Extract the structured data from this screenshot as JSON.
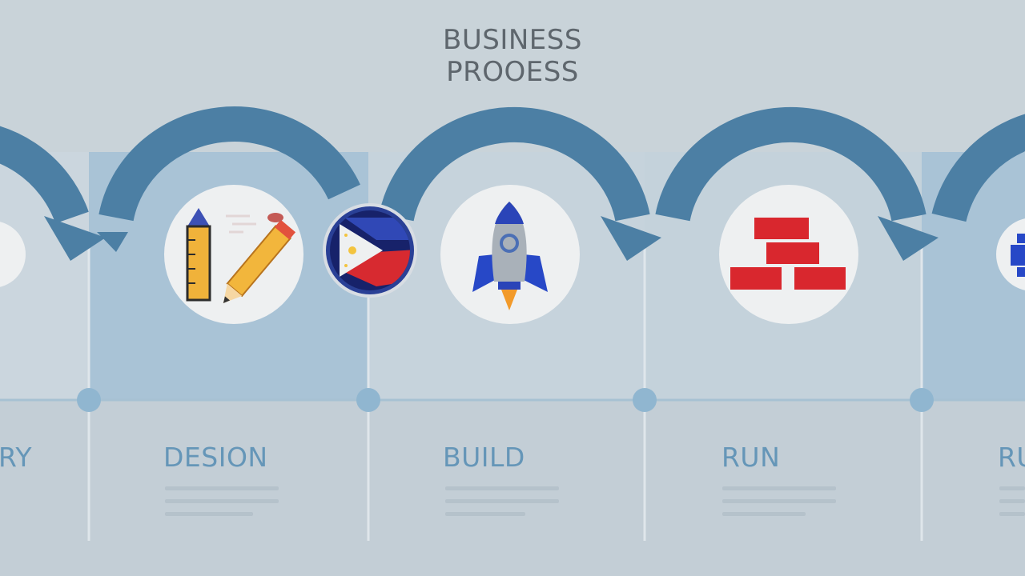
{
  "title": {
    "line1": "BUSINESS",
    "line2": "PROOESS"
  },
  "steps": [
    {
      "label": "RY",
      "icon": "partial-circle-icon"
    },
    {
      "label": "DESION",
      "icon": "pencil-ruler-icon"
    },
    {
      "label": "BUILD",
      "icon": "rocket-icon"
    },
    {
      "label": "RUN",
      "icon": "red-bricks-icon"
    },
    {
      "label": "RU",
      "icon": "gear-icon"
    }
  ],
  "badge": {
    "icon": "philippine-flag-badge-icon"
  },
  "colors": {
    "background": "#c9d3d9",
    "arrow": "#4c7fa4",
    "panel_light": "#cbd7df",
    "panel_dark": "#a9c3d6",
    "label": "#6596b8",
    "title": "#5e666d",
    "node": "#90b6d0",
    "brick": "#d9272e",
    "rocket_blue": "#2748c7"
  }
}
